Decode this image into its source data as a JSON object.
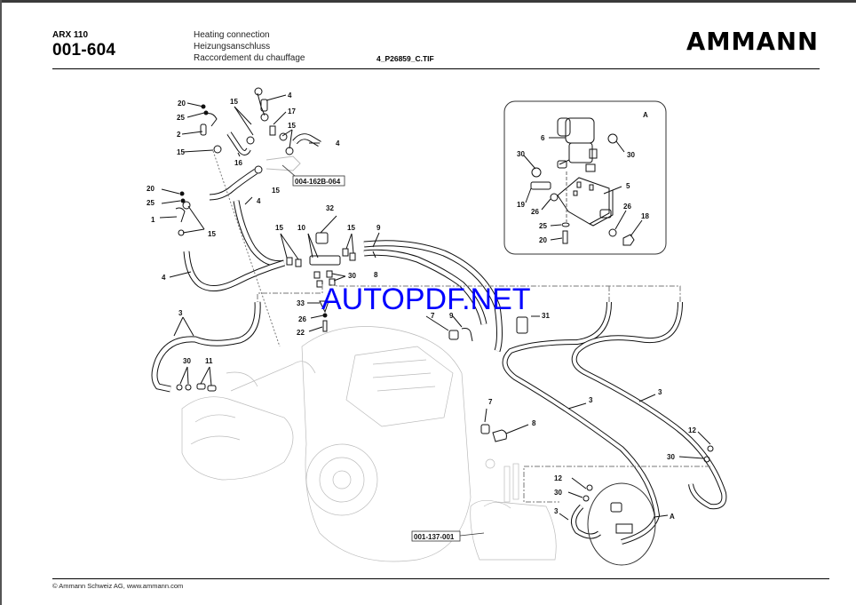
{
  "header": {
    "model": "ARX 110",
    "document_number": "001-604",
    "titles": [
      "Heating connection",
      "Heizungsanschluss",
      "Raccordement du chauffage"
    ],
    "filename": "4_P26859_C.TIF",
    "logo": "AMMANN"
  },
  "footer": {
    "copyright": "© Ammann Schweiz AG, www.ammann.com"
  },
  "watermark": "AUTOPDF.NET",
  "references": {
    "ref1": "004-162B-064",
    "ref2": "001-137-001"
  },
  "detail_view": {
    "label": "A",
    "callouts": [
      "6",
      "30",
      "30",
      "5",
      "19",
      "26",
      "26",
      "18",
      "25",
      "20"
    ]
  },
  "detail_marker": "A",
  "callouts": {
    "c20a": "20",
    "c25a": "25",
    "c2": "2",
    "c15a": "15",
    "c15b": "15",
    "c16": "16",
    "c4a": "4",
    "c17": "17",
    "c15c": "15",
    "c4b": "4",
    "c15d": "15",
    "c20b": "20",
    "c25b": "25",
    "c1": "1",
    "c15e": "15",
    "c4c": "4",
    "c4d": "4",
    "c32": "32",
    "c10": "10",
    "c15f": "15",
    "c15g": "15",
    "c9a": "9",
    "c8a": "8",
    "c30a": "30",
    "c33": "33",
    "c26": "26",
    "c22": "22",
    "c3a": "3",
    "c30b": "30",
    "c11": "11",
    "c7a": "7",
    "c9b": "9",
    "c31": "31",
    "c7b": "7",
    "c8b": "8",
    "c3b": "3",
    "c3c": "3",
    "c12a": "12",
    "c30c": "30",
    "c12b": "12",
    "c30d": "30",
    "c3d": "3"
  }
}
